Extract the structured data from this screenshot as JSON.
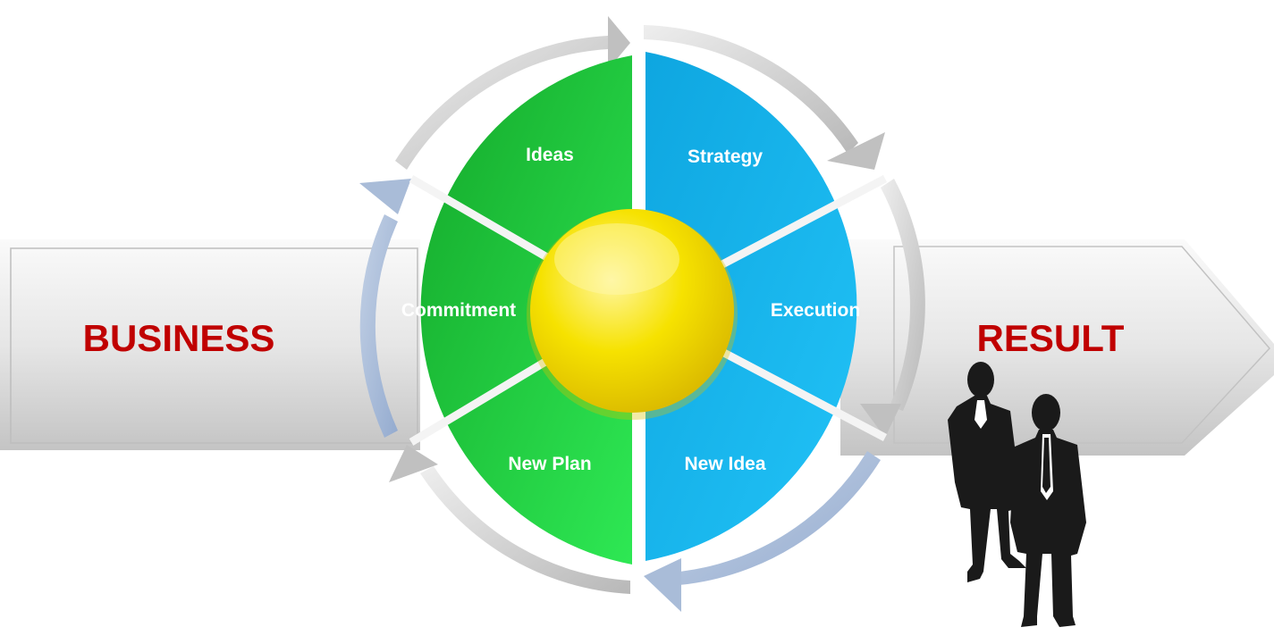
{
  "left_arrow": {
    "label": "BUSINESS"
  },
  "right_arrow": {
    "label": "RESULT"
  },
  "cycle": {
    "segments": [
      {
        "label": "Ideas"
      },
      {
        "label": "Strategy"
      },
      {
        "label": "Execution"
      },
      {
        "label": "New Idea"
      },
      {
        "label": "New Plan"
      },
      {
        "label": "Commitment"
      }
    ]
  },
  "colors": {
    "label_red": "#c00000",
    "green_segment": "#22c93c",
    "blue_segment": "#18b3ec",
    "center_yellow": "#f3dc00",
    "arrow_gray": "#c9c9c9",
    "arrow_blue": "#a9bcd8"
  },
  "icons": {
    "people": "businessmen-silhouette-icon"
  }
}
